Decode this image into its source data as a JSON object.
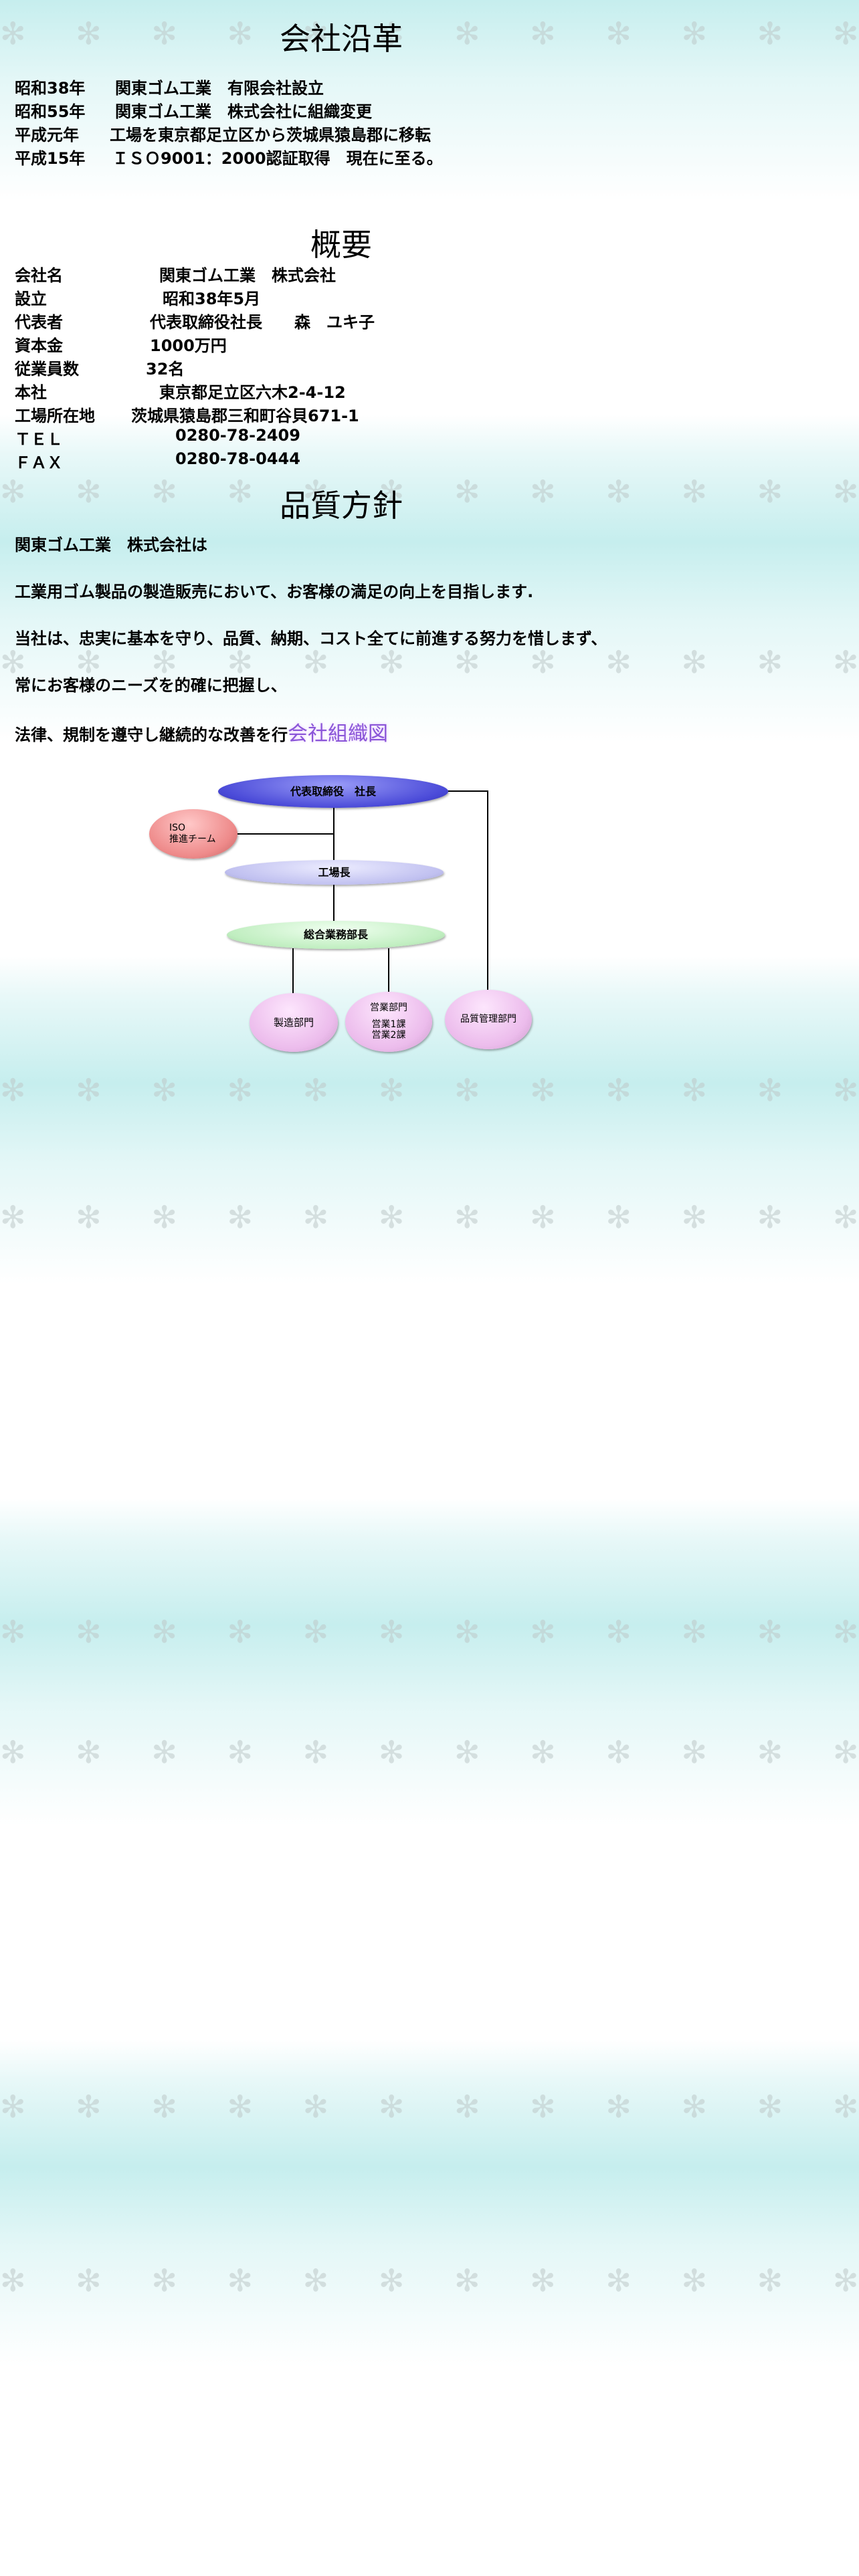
{
  "history": {
    "title": "会社沿革",
    "rows": [
      {
        "year": "昭和38年",
        "event": "関東ゴム工業　有限会社設立"
      },
      {
        "year": "昭和55年",
        "event": "関東ゴム工業　株式会社に組織変更"
      },
      {
        "year": "平成元年",
        "event": "工場を東京都足立区から茨城県猿島郡に移転"
      },
      {
        "year": "平成15年",
        "event": "ＩＳＯ9001：2000認証取得　現在に至る。"
      }
    ]
  },
  "overview": {
    "title": "概要",
    "rows": [
      {
        "label": "会社名",
        "value": "関東ゴム工業　株式会社"
      },
      {
        "label": "設立",
        "value": "昭和38年5月"
      },
      {
        "label": "代表者",
        "value": "代表取締役社長　　森　ユキ子"
      },
      {
        "label": "資本金",
        "value": "1000万円"
      },
      {
        "label": "従業員数",
        "value": "32名"
      },
      {
        "label": "本社",
        "value": "東京都足立区六木2-4-12"
      },
      {
        "label": "工場所在地",
        "value": "茨城県猿島郡三和町谷貝671-1"
      },
      {
        "label": "ＴＥＬ",
        "value": "0280-78-2409"
      },
      {
        "label": "ＦＡＸ",
        "value": "0280-78-0444"
      }
    ]
  },
  "policy": {
    "title": "品質方針",
    "lines": [
      "関東ゴム工業　株式会社は",
      "工業用ゴム製品の製造販売において、お客様の満足の向上を目指します.",
      "当社は、忠実に基本を守り、品質、納期、コスト全てに前進する努力を惜しまず、",
      "常にお客様のニーズを的確に把握し、",
      "法律、規制を遵守し継続的な改善を行"
    ],
    "org_link": "会社組織図"
  },
  "org_chart": {
    "president": "代表取締役　社長",
    "iso_team": [
      "ISO",
      "推進チーム"
    ],
    "factory_manager": "工場長",
    "general_manager": "総合業務部長",
    "manufacturing": "製造部門",
    "sales": [
      "営業部門",
      "営業1課",
      "営業2課"
    ],
    "quality": "品質管理部門"
  },
  "colors": {
    "president": "#5a5ae0",
    "iso": "#f08c8c",
    "factory": "#c8c8f4",
    "general": "#c8f0c8",
    "dept": "#f0c4f0",
    "link": "#8a55d8"
  }
}
